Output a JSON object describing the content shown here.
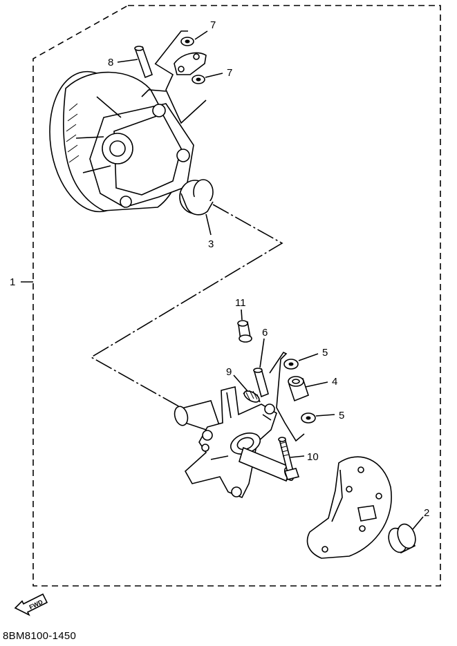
{
  "diagram": {
    "callouts": {
      "c1": "1",
      "c2": "2",
      "c3": "3",
      "c4": "4",
      "c5a": "5",
      "c5b": "5",
      "c6": "6",
      "c7a": "7",
      "c7b": "7",
      "c8": "8",
      "c9": "9",
      "c10": "10",
      "c11": "11"
    },
    "fwd_label": "FWD",
    "drawing_code": "8BM8100-1450"
  }
}
